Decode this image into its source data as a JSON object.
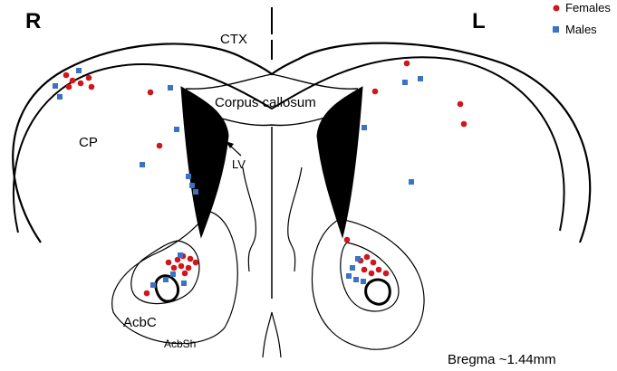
{
  "hemisphere_labels": {
    "right": "R",
    "left": "L"
  },
  "region_labels": {
    "ctx": "CTX",
    "corpus_callosum": "Corpus callosum",
    "cp": "CP",
    "lv": "LV",
    "acbc": "AcbC",
    "acbsh": "AcbSh"
  },
  "legend": [
    {
      "label": "Females",
      "color": "#d0161b",
      "marker": "circle"
    },
    {
      "label": "Males",
      "color": "#3b73c4",
      "marker": "square"
    }
  ],
  "bregma": "Bregma ~1.44mm"
}
